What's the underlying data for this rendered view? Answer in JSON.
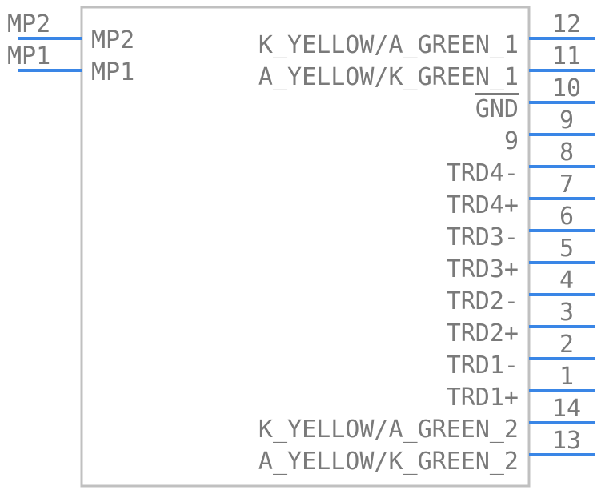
{
  "component": {
    "left_pins": [
      {
        "number": "MP2",
        "name": "MP2"
      },
      {
        "number": "MP1",
        "name": "MP1"
      }
    ],
    "right_pins": [
      {
        "number": "12",
        "name": "K_YELLOW/A_GREEN_1"
      },
      {
        "number": "11",
        "name": "A_YELLOW/K_GREEN_1"
      },
      {
        "number": "10",
        "name": "GND",
        "overbar": true
      },
      {
        "number": "9",
        "name": "9"
      },
      {
        "number": "8",
        "name": "TRD4-"
      },
      {
        "number": "7",
        "name": "TRD4+"
      },
      {
        "number": "6",
        "name": "TRD3-"
      },
      {
        "number": "5",
        "name": "TRD3+"
      },
      {
        "number": "4",
        "name": "TRD2-"
      },
      {
        "number": "3",
        "name": "TRD2+"
      },
      {
        "number": "2",
        "name": "TRD1-"
      },
      {
        "number": "1",
        "name": "TRD1+"
      },
      {
        "number": "14",
        "name": "K_YELLOW/A_GREEN_2"
      },
      {
        "number": "13",
        "name": "A_YELLOW/K_GREEN_2"
      }
    ]
  },
  "colors": {
    "pin": "#3a86e6",
    "body_outline": "#c0c0c0",
    "text": "#7a7a7a"
  }
}
